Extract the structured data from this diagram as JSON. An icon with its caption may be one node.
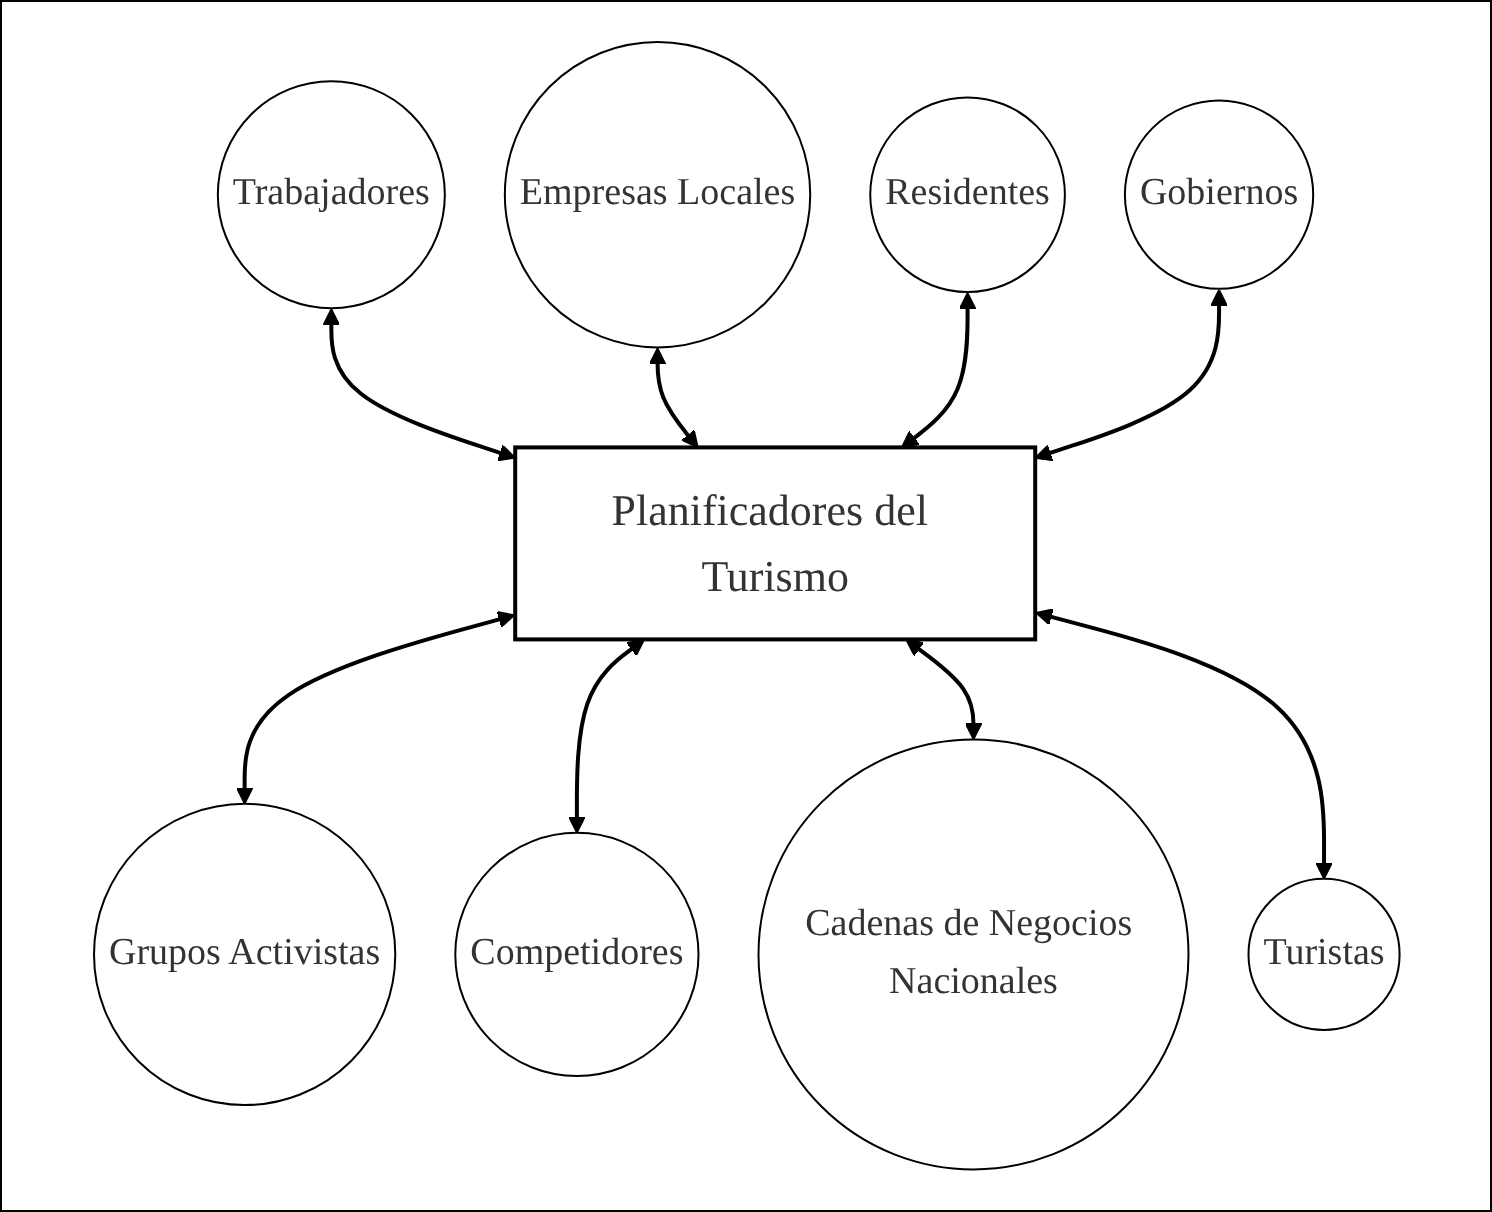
{
  "diagram": {
    "nodes": [
      {
        "text": [
          "Trabajadores"
        ]
      },
      {
        "text": [
          "Empresas Locales"
        ]
      },
      {
        "text": [
          "Residentes"
        ]
      },
      {
        "text": [
          "Gobiernos"
        ]
      },
      {
        "text": [
          "Planificadores del Turismo"
        ]
      },
      {
        "text": [
          "Grupos Activistas"
        ]
      },
      {
        "text": [
          "Competidores"
        ]
      },
      {
        "text": [
          "Cadenas de Negocios Nacionales"
        ]
      },
      {
        "text": [
          "Turistas"
        ]
      }
    ],
    "edges": [
      {
        "from": 0,
        "to": 4,
        "arrow": "both"
      },
      {
        "from": 1,
        "to": 4,
        "arrow": "both"
      },
      {
        "from": 2,
        "to": 4,
        "arrow": "both"
      },
      {
        "from": 3,
        "to": 4,
        "arrow": "both"
      },
      {
        "from": 4,
        "to": 5,
        "arrow": "both"
      },
      {
        "from": 4,
        "to": 6,
        "arrow": "both"
      },
      {
        "from": 4,
        "to": 7,
        "arrow": "both"
      },
      {
        "from": 4,
        "to": 8,
        "arrow": "both"
      }
    ]
  }
}
